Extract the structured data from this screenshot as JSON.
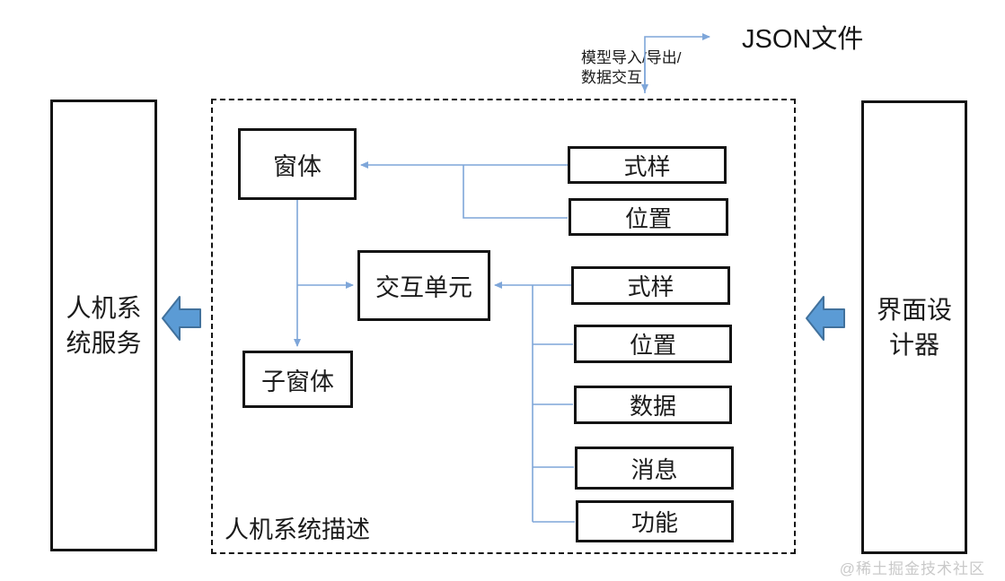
{
  "top": {
    "json_file": "JSON文件",
    "model_io": "模型导入/导出/\n数据交互"
  },
  "panels": {
    "left": "人机系统服务",
    "right": "界面设计器"
  },
  "diagram": {
    "container_label": "人机系统描述",
    "window": "窗体",
    "interaction_unit": "交互单元",
    "sub_window": "子窗体",
    "window_attributes": [
      "式样",
      "位置"
    ],
    "unit_attributes": [
      "式样",
      "位置",
      "数据",
      "消息",
      "功能"
    ]
  },
  "watermark": "@稀土掘金技术社区",
  "colors": {
    "connector_blue": "#7ea6d9",
    "block_arrow_fill": "#5b9bd5",
    "block_arrow_stroke": "#41719c",
    "box_border": "#141414",
    "watermark_gray": "#c9c9c9"
  }
}
